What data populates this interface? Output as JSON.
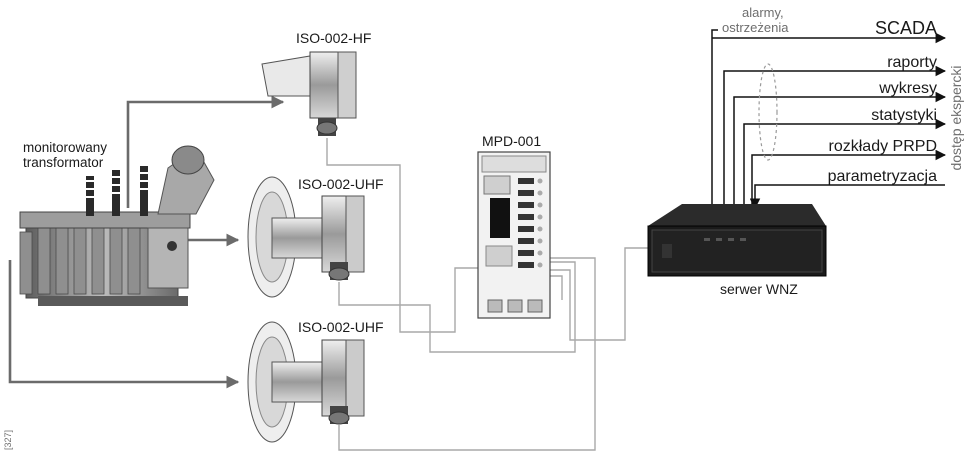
{
  "diagram": {
    "transformer_label_line1": "monitorowany",
    "transformer_label_line2": "transformator",
    "sensor_hf": "ISO-002-HF",
    "sensor_uhf_1": "ISO-002-UHF",
    "sensor_uhf_2": "ISO-002-UHF",
    "hub": "MPD-001",
    "server": "serwer WNZ",
    "alarms_line1": "alarmy,",
    "alarms_line2": "ostrzeżenia",
    "outputs": [
      "SCADA",
      "raporty",
      "wykresy",
      "statystyki",
      "rozkłady PRPD",
      "parametryzacja"
    ],
    "expert_access": "dostęp ekspercki",
    "figure_number": "[327]"
  }
}
